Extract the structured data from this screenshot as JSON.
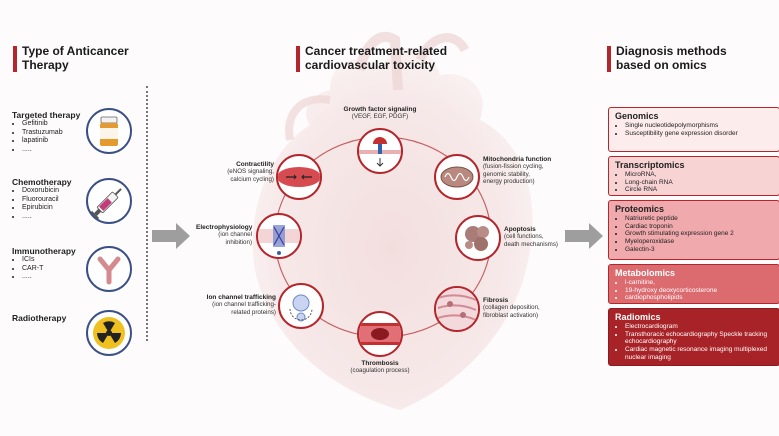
{
  "headers": {
    "left": [
      "Type of Anticancer",
      "Therapy"
    ],
    "middle": [
      "Cancer treatment-related",
      "cardiovascular toxicity"
    ],
    "right": [
      "Diagnosis methods",
      "based on omics"
    ]
  },
  "therapies": [
    {
      "name": "Targeted therapy",
      "items": [
        "Gefitinib",
        "Trastuzumab",
        "lapatinib",
        "....."
      ],
      "icon": "pill-bottle-icon"
    },
    {
      "name": "Chemotherapy",
      "items": [
        "Doxorubicin",
        "Fluorouracil",
        "Epirubicin",
        "....."
      ],
      "icon": "syringe-icon"
    },
    {
      "name": "Immunotherapy",
      "items": [
        "ICIs",
        "CAR-T",
        "....."
      ],
      "icon": "antibody-icon"
    },
    {
      "name": "Radiotherapy",
      "items": [],
      "icon": "radiation-icon"
    }
  ],
  "mechanisms": {
    "growth": {
      "title": "Growth factor signaling",
      "detail": [
        "(VEGF, EGF, PDGF)"
      ]
    },
    "contractility": {
      "title": "Contractility",
      "detail": [
        "(eNOS signaling,",
        "calcium cycling)"
      ]
    },
    "mitochondria": {
      "title": "Mitochondria function",
      "detail": [
        "(fusion-fission cycling,",
        "genomic stability,",
        "energy production)"
      ]
    },
    "electro": {
      "title": "Electrophysiology",
      "detail": [
        "(ion channel",
        "inhibition)"
      ]
    },
    "apoptosis": {
      "title": "Apoptosis",
      "detail": [
        "(cell functions,",
        "death mechanisms)"
      ]
    },
    "ion": {
      "title": "Ion channel trafficking",
      "detail": [
        "(ion channel trafficking-",
        "related proteins)"
      ]
    },
    "fibrosis": {
      "title": "Fibrosis",
      "detail": [
        "(collagen deposition,",
        "fibroblast activation)"
      ]
    },
    "thrombosis": {
      "title": "Thrombosis",
      "detail": [
        "(coagulation process)"
      ]
    }
  },
  "omics": [
    {
      "title": "Genomics",
      "items": [
        "Single nucleotidepolymorphisms",
        "Susceptibility gene expression disorder"
      ]
    },
    {
      "title": "Transcriptomics",
      "items": [
        "MicroRNA,",
        "Long-chain RNA",
        "Circle RNA"
      ]
    },
    {
      "title": "Proteomics",
      "items": [
        "Natriuretic peptide",
        "Cardiac troponin",
        "Growth stimulating expression gene 2",
        "Myeloperoxidase",
        "Galectin-3"
      ]
    },
    {
      "title": "Metabolomics",
      "items": [
        "l-carnitine,",
        "19-hydroxy deoxycorticosterone",
        "cardiophospholipids"
      ]
    },
    {
      "title": "Radiomics",
      "items": [
        "Electrocardiogram",
        "Transthoracic echocardiography Speckle tracking echocardiography",
        "Cardiac magnetic resonance imaging multiplexed nuclear imaging"
      ]
    }
  ],
  "colors": {
    "accent": "#b3262c",
    "drug_ring": "#3a4f86",
    "arrow": "#9e9e9e"
  }
}
